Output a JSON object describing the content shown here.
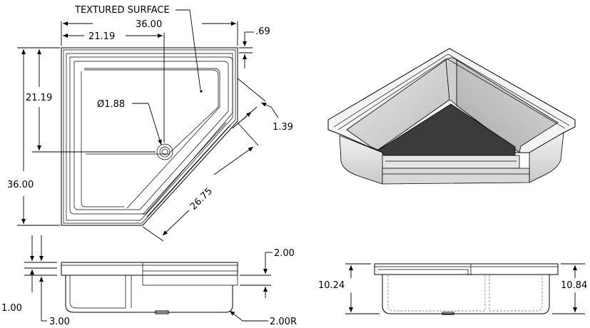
{
  "labels": {
    "textured_surface": "TEXTURED SURFACE",
    "width_overall": "36.00",
    "width_to_drain": "21.19",
    "flange": ".69",
    "depth_to_drain": "21.19",
    "depth_overall": "36.00",
    "drain_diameter": "Ø1.88",
    "angle_offset": "1.39",
    "angle_length": "26.75",
    "front_height": "2.00",
    "threshold": "1.00",
    "corner_offset": "3.00",
    "radius": "2.00R",
    "height_left": "10.24",
    "height_right": "10.84"
  }
}
